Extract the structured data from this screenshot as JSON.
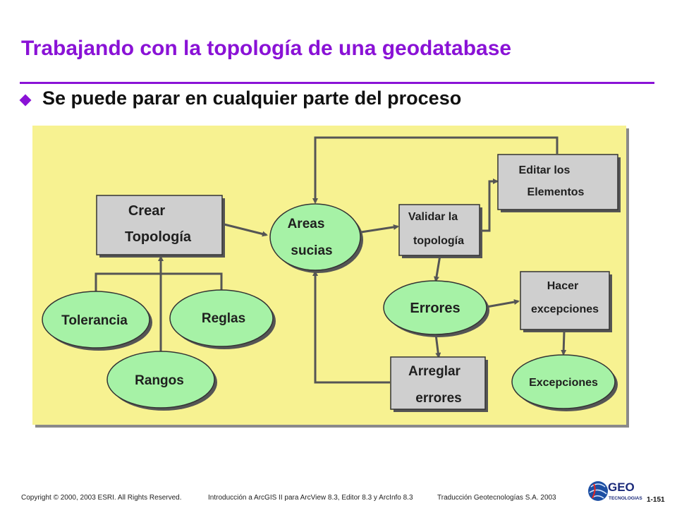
{
  "title": "Trabajando con la topología de una geodatabase",
  "bullet": "Se puede parar en cualquier parte del proceso",
  "nodes": {
    "crear_topologia": [
      "Crear",
      "Topología"
    ],
    "areas_sucias": [
      "Areas",
      "sucias"
    ],
    "validar_topologia": [
      "Validar la",
      "topología"
    ],
    "editar_elementos": [
      "Editar los",
      "Elementos"
    ],
    "hacer_excepciones": [
      "Hacer",
      "excepciones"
    ],
    "errores": "Errores",
    "arreglar_errores": [
      "Arreglar",
      "errores"
    ],
    "excepciones": "Excepciones",
    "tolerancia": "Tolerancia",
    "reglas": "Reglas",
    "rangos": "Rangos"
  },
  "colors": {
    "title": "#8a12d6",
    "panel": "#f7f291",
    "box": "#cfcfcf",
    "ellipse": "#a6f2a6",
    "arrow": "#555555"
  },
  "footer": {
    "copyright": "Copyright © 2000, 2003 ESRI.  All Rights Reserved.",
    "course": "Introducción a ArcGIS II para ArcView 8.3, Editor 8.3 y ArcInfo 8.3",
    "translation": "Traducción Geotecnologías S.A.  2003",
    "page": "1-151"
  },
  "logo": {
    "word": "GEO",
    "sub": "TECNOLOGIAS"
  }
}
